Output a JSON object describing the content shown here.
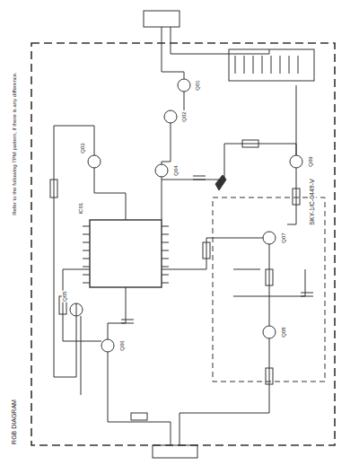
{
  "diagram": {
    "title": "RGB DIAGRAM",
    "labels": [
      "Refer to the following TPM pattern, if there is any difference.",
      "SKY-1/C-0449-V",
      "IC01",
      "Q01",
      "Q02",
      "Q03",
      "Q04",
      "Q05",
      "Q06",
      "Q07",
      "Q08",
      "Q09"
    ]
  }
}
